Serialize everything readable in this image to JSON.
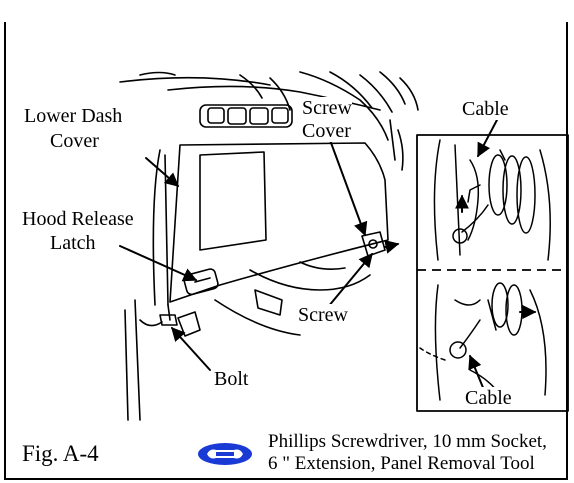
{
  "labels": {
    "lower_dash_cover_1": "Lower Dash",
    "lower_dash_cover_2": "Cover",
    "hood_release_1": "Hood Release",
    "hood_release_2": "Latch",
    "screw_cover_1": "Screw",
    "screw_cover_2": "Cover",
    "cable_top": "Cable",
    "screw": "Screw",
    "bolt": "Bolt",
    "cable_bottom": "Cable"
  },
  "caption": {
    "figure": "Fig. A-4",
    "tools_line1": "Phillips Screwdriver, 10 mm Socket,",
    "tools_line2": "6 \" Extension, Panel Removal Tool"
  },
  "colors": {
    "tool_icon": "#1a3ad6"
  },
  "icons": {
    "tool_icon": "wrench-tool-icon"
  }
}
